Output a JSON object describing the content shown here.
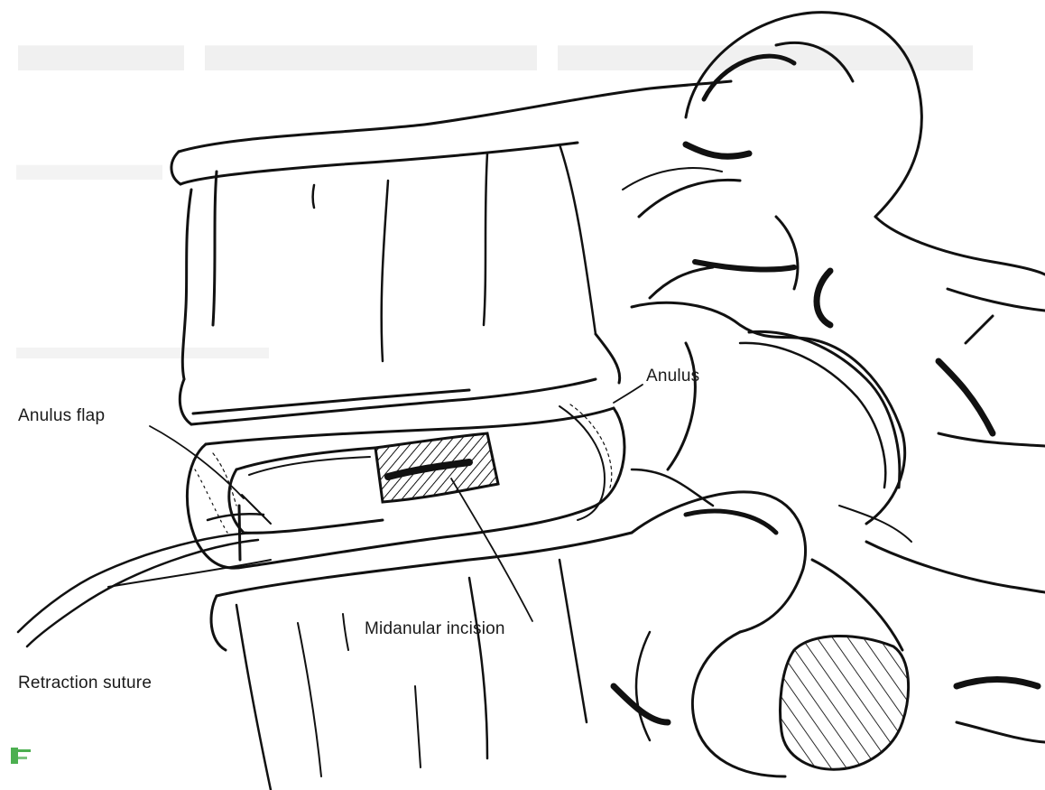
{
  "figure": {
    "labels": {
      "anulus": "Anulus",
      "anulus_flap": "Anulus flap",
      "midanular_incision": "Midanular incision",
      "retraction_suture": "Retraction suture"
    },
    "colors": {
      "ink": "#111111",
      "paper": "#ffffff",
      "bleed_through": "#eeeeee",
      "corner_mark": "#4caf50"
    }
  }
}
